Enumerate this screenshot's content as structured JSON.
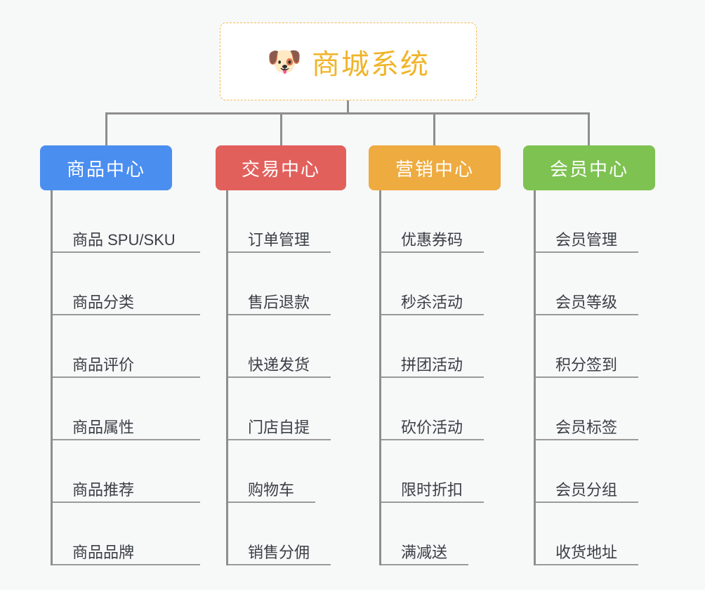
{
  "background_color": "#f7f8f8",
  "root": {
    "title": "商城系统",
    "icon": "shiba-dog-face-icon",
    "emoji": "🐶",
    "text_color": "#f0b429",
    "border_color": "#f3bb52",
    "background": "#ffffff"
  },
  "connector_color": "#8e8e8e",
  "columns": [
    {
      "id": "product-center",
      "header": "商品中心",
      "color": "#4a8ef0",
      "items": [
        {
          "label": "商品 SPU/SKU",
          "short": false
        },
        {
          "label": "商品分类",
          "short": false
        },
        {
          "label": "商品评价",
          "short": false
        },
        {
          "label": "商品属性",
          "short": false
        },
        {
          "label": "商品推荐",
          "short": false
        },
        {
          "label": "商品品牌",
          "short": false
        }
      ]
    },
    {
      "id": "trade-center",
      "header": "交易中心",
      "color": "#e2605c",
      "items": [
        {
          "label": "订单管理",
          "short": false
        },
        {
          "label": "售后退款",
          "short": false
        },
        {
          "label": "快递发货",
          "short": false
        },
        {
          "label": "门店自提",
          "short": false
        },
        {
          "label": "购物车",
          "short": true
        },
        {
          "label": "销售分佣",
          "short": false
        }
      ]
    },
    {
      "id": "marketing-center",
      "header": "营销中心",
      "color": "#eeab40",
      "items": [
        {
          "label": "优惠券码",
          "short": false
        },
        {
          "label": "秒杀活动",
          "short": false
        },
        {
          "label": "拼团活动",
          "short": false
        },
        {
          "label": "砍价活动",
          "short": false
        },
        {
          "label": "限时折扣",
          "short": false
        },
        {
          "label": "满减送",
          "short": true
        }
      ]
    },
    {
      "id": "member-center",
      "header": "会员中心",
      "color": "#7ec252",
      "items": [
        {
          "label": "会员管理",
          "short": false
        },
        {
          "label": "会员等级",
          "short": false
        },
        {
          "label": "积分签到",
          "short": false
        },
        {
          "label": "会员标签",
          "short": false
        },
        {
          "label": "会员分组",
          "short": false
        },
        {
          "label": "收货地址",
          "short": false
        }
      ]
    }
  ]
}
